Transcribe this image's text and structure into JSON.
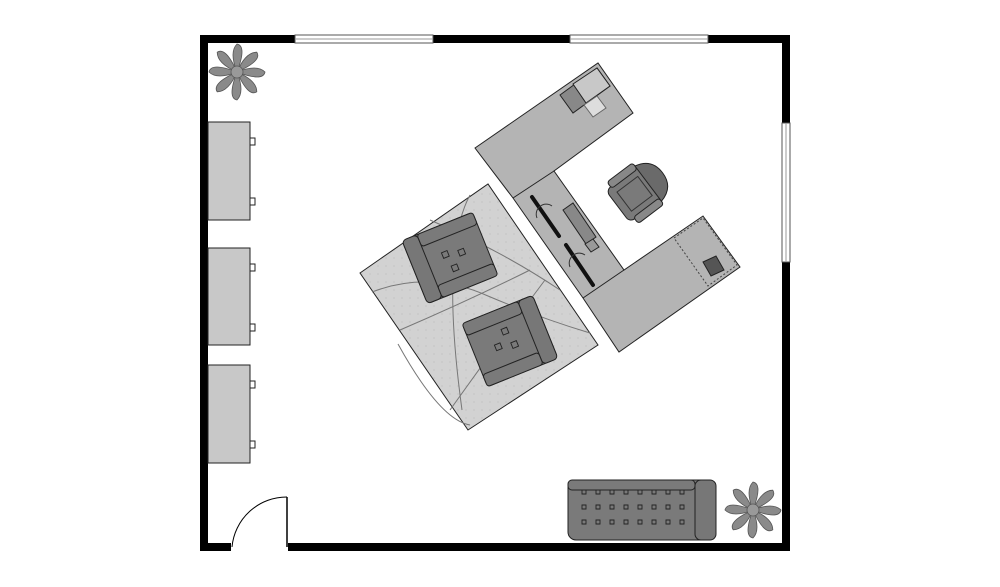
{
  "floor_plan": {
    "colors": {
      "wall": "#000000",
      "floor": "#ffffff",
      "furniture": "#b4b4b4",
      "upholstery": "#7a7a7a",
      "rug": "#d2d2d2",
      "plant": "#8a8a8a"
    },
    "elements": [
      "walls",
      "window-top-left",
      "window-top-right",
      "window-right",
      "door",
      "cabinet-1",
      "cabinet-2",
      "cabinet-3",
      "plant-top-left",
      "plant-bottom-right",
      "l-shaped-desk",
      "office-chair",
      "monitor-1",
      "monitor-2",
      "keyboard",
      "printer",
      "rug",
      "armchair-1",
      "armchair-2",
      "sofa"
    ]
  }
}
